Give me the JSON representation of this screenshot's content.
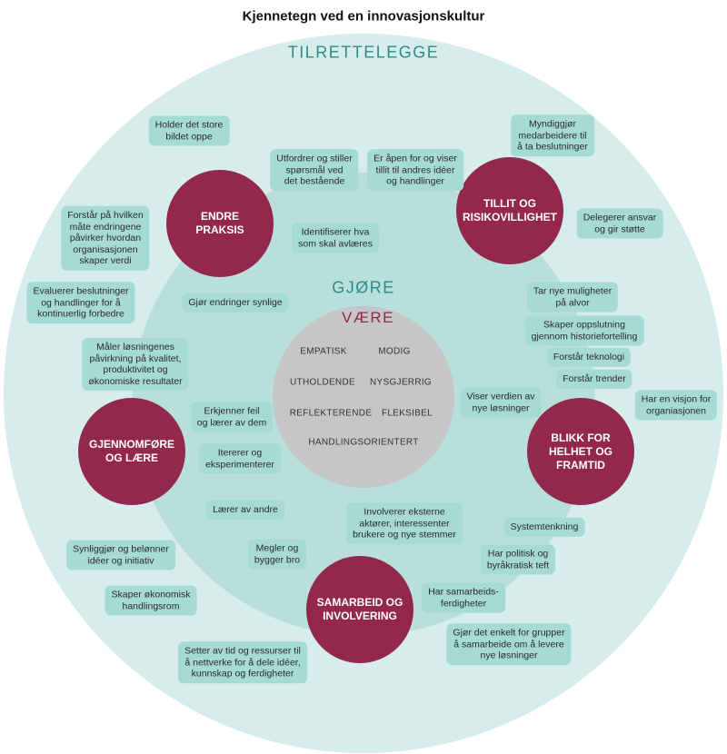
{
  "title": "Kjennetegn ved en innovasjonskultur",
  "levels": {
    "outer": "TILRETTELEGGE",
    "middle": "GJØRE",
    "inner": "VÆRE"
  },
  "traits": [
    "EMPATISK",
    "MODIG",
    "UTHOLDENDE",
    "NYSGJERRIG",
    "REFLEKTERENDE",
    "FLEKSIBEL",
    "HANDLINGSORIENTERT"
  ],
  "themes": [
    "ENDRE\nPRAKSIS",
    "TILLIT OG\nRISIKOVILLIGHET",
    "BLIKK FOR\nHELHET OG\nFRAMTID",
    "SAMARBEID OG\nINVOLVERING",
    "GJENNOMFØRE\nOG LÆRE"
  ],
  "behaviors": [
    "Holder det store\nbildet oppe",
    "Utfordrer og stiller\nspørsmål ved\ndet bestående",
    "Er åpen for og viser\ntillit til andres idéer\nog handlinger",
    "Myndiggjør\nmedarbeidere til\nå ta beslutninger",
    "Forstår på hvilken\nmåte endringene\npåvirker hvordan\norganisasjonen\nskaper verdi",
    "Identifiserer hva\nsom skal avlæres",
    "Delegerer ansvar\nog gir støtte",
    "Evaluerer beslutninger\nog handlinger for å\nkontinuerlig forbedre",
    "Gjør endringer synlige",
    "Tar nye muligheter\npå alvor",
    "Skaper oppslutning\ngjennom historiefortelling",
    "Måler løsningenes\npåvirkning på kvalitet,\nproduktivitet og\nøkonomiske resultater",
    "Forstår teknologi",
    "Forstår trender",
    "Har en visjon for\norganiasjonen",
    "Viser verdien av\nnye løsninger",
    "Erkjenner feil\nog lærer av dem",
    "Itererer og\neksperimenterer",
    "Lærer av andre",
    "Involverer eksterne\naktører, interessenter\nbrukere og nye stemmer",
    "Systemtenkning",
    "Synliggjør og belønner\nidéer og initiativ",
    "Megler og\nbygger bro",
    "Har politisk og\nbyråkratisk teft",
    "Skaper økonomisk\nhandlingsrom",
    "Har samarbeids-\nferdigheter",
    "Gjør det enkelt for grupper\nå samarbeide om å levere\nnye løsninger",
    "Setter av tid og ressurser til\nå nettverke for å dele idéer,\nkunnskap og ferdigheter"
  ],
  "colors": {
    "outer_ring": "#d6edeb",
    "middle_ring": "#b8dfdb",
    "inner_circle": "#c5c6c7",
    "theme_circle": "#93284c",
    "behavior_box": "#a6dad4",
    "level_label": "#2d8c86",
    "inner_label": "#93284c",
    "text": "#2a2a2a"
  }
}
